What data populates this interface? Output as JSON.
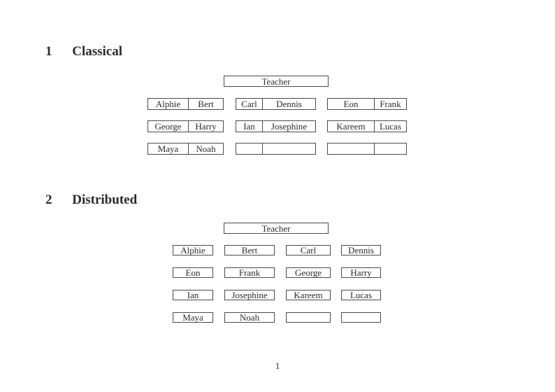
{
  "document": {
    "page_number": "1"
  },
  "colors": {
    "ink": "#2b2b2b",
    "line": "#4a4a4a",
    "paper": "#ffffff"
  },
  "sections": [
    {
      "number": "1",
      "title": "Classical",
      "teacher_label": "Teacher",
      "desk_rows": [
        [
          [
            "Alphie",
            "Bert"
          ],
          [
            "Carl",
            "Dennis"
          ],
          [
            "Eon",
            "Frank"
          ]
        ],
        [
          [
            "George",
            "Harry"
          ],
          [
            "Ian",
            "Josephine"
          ],
          [
            "Kareem",
            "Lucas"
          ]
        ],
        [
          [
            "Maya",
            "Noah"
          ],
          [
            "",
            ""
          ],
          [
            "",
            ""
          ]
        ]
      ]
    },
    {
      "number": "2",
      "title": "Distributed",
      "teacher_label": "Teacher",
      "desk_rows": [
        [
          "Alphie",
          "Bert",
          "Carl",
          "Dennis"
        ],
        [
          "Eon",
          "Frank",
          "George",
          "Harry"
        ],
        [
          "Ian",
          "Josephine",
          "Kareem",
          "Lucas"
        ],
        [
          "Maya",
          "Noah",
          "",
          ""
        ]
      ]
    }
  ]
}
